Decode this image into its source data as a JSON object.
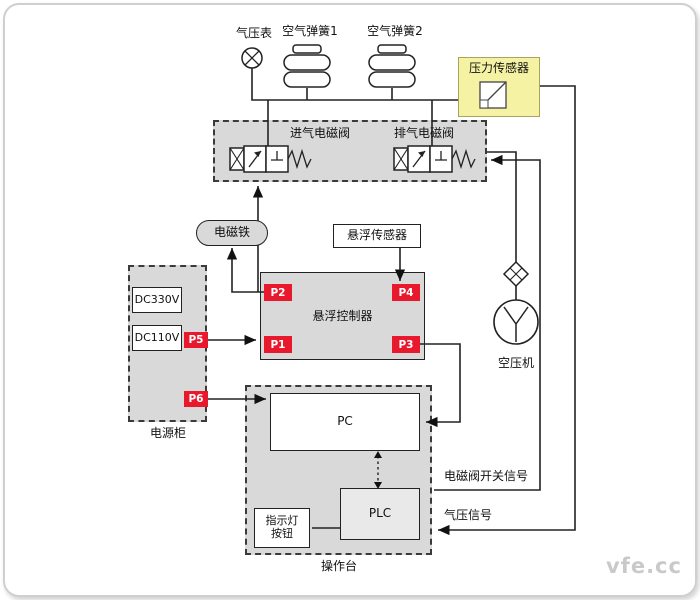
{
  "top": {
    "pressure_gauge": "气压表",
    "air_spring_1": "空气弹簧1",
    "air_spring_2": "空气弹簧2",
    "pressure_sensor": "压力传感器"
  },
  "valves": {
    "intake": "进气电磁阀",
    "exhaust": "排气电磁阀"
  },
  "electromagnet": "电磁铁",
  "levitation_sensor": "悬浮传感器",
  "controller": {
    "title": "悬浮控制器",
    "p1": "P1",
    "p2": "P2",
    "p3": "P3",
    "p4": "P4"
  },
  "power": {
    "label": "电源柜",
    "dc330": "DC330V",
    "dc110": "DC110V",
    "p5": "P5",
    "p6": "P6"
  },
  "compressor": "空压机",
  "console": {
    "label": "操作台",
    "pc": "PC",
    "plc": "PLC",
    "indicator_line1": "指示灯",
    "indicator_line2": "按钮"
  },
  "signals": {
    "valve_switch": "电磁阀开关信号",
    "pressure": "气压信号"
  },
  "watermark": "vfe.cc",
  "colors": {
    "port_red": "#e8192c",
    "sensor_yellow": "#f5f2a3",
    "panel_gray": "#d9d9d9",
    "line": "#222222",
    "watermark": "#c9c9c9"
  }
}
